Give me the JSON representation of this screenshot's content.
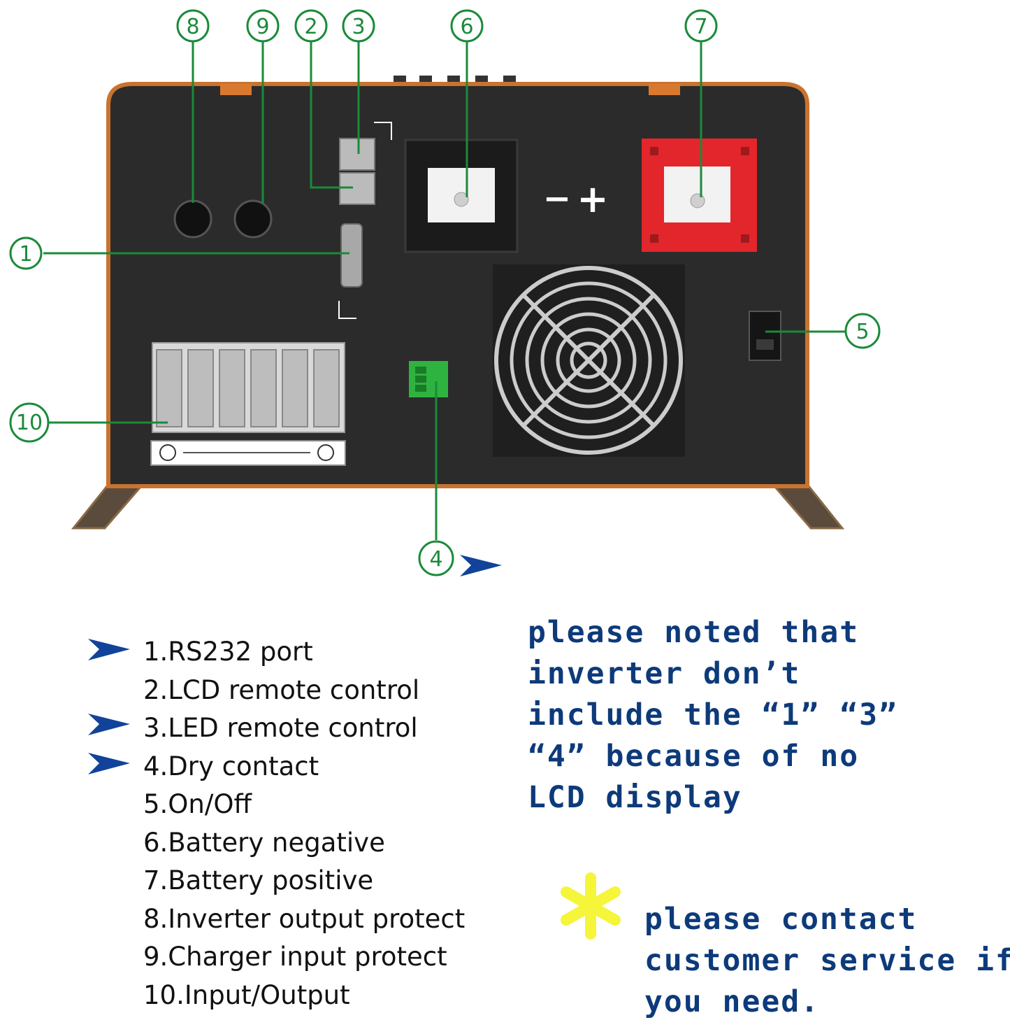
{
  "callouts": [
    "1",
    "2",
    "3",
    "4",
    "5",
    "6",
    "7",
    "8",
    "9",
    "10"
  ],
  "polarity": {
    "negative": "−",
    "positive": "+"
  },
  "legend": [
    {
      "text": "1.RS232 port",
      "marked": true
    },
    {
      "text": "2.LCD remote control",
      "marked": false
    },
    {
      "text": "3.LED remote control",
      "marked": true
    },
    {
      "text": "4.Dry contact",
      "marked": true
    },
    {
      "text": "5.On/Off",
      "marked": false
    },
    {
      "text": "6.Battery negative",
      "marked": false
    },
    {
      "text": "7.Battery positive",
      "marked": false
    },
    {
      "text": "8.Inverter output protect",
      "marked": false
    },
    {
      "text": "9.Charger input protect",
      "marked": false
    },
    {
      "text": "10.Input/Output",
      "marked": false
    }
  ],
  "note_main": [
    "please noted that",
    "inverter don’t",
    "include the “1” “3”",
    "“4” because of no",
    "LCD display"
  ],
  "note_contact": [
    "please contact",
    "customer service if",
    "you need."
  ],
  "colors": {
    "callout_green": "#1b8a3a",
    "arrow_blue": "#12439a",
    "note_blue": "#0d3a7a",
    "panel_dark": "#2b2b2b",
    "battery_positive_red": "#e3262b",
    "asterisk_yellow": "#f5f53a"
  }
}
